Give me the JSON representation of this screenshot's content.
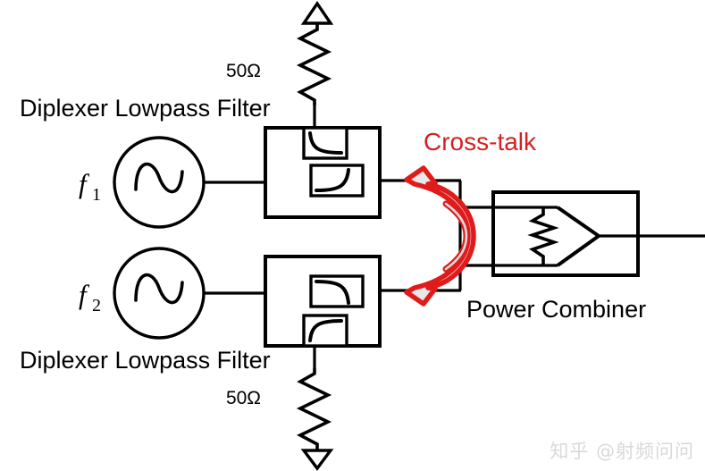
{
  "diagram": {
    "title_top": "Diplexer Lowpass Filter",
    "title_bottom": "Diplexer Lowpass Filter",
    "crosstalk_label": "Cross-talk",
    "combiner_label": "Power Combiner",
    "termination_top": "50Ω",
    "termination_bottom": "50Ω",
    "source_top_symbol": "f",
    "source_top_index": "1",
    "source_bottom_symbol": "f",
    "source_bottom_index": "2",
    "colors": {
      "crosstalk_red": "#d42121",
      "arrow_red": "#e01b1b",
      "line_black": "#000000",
      "background": "#ffffff",
      "watermark_gray": "#d9d9d9"
    }
  },
  "watermark": {
    "text": "知乎 @射频问问"
  }
}
